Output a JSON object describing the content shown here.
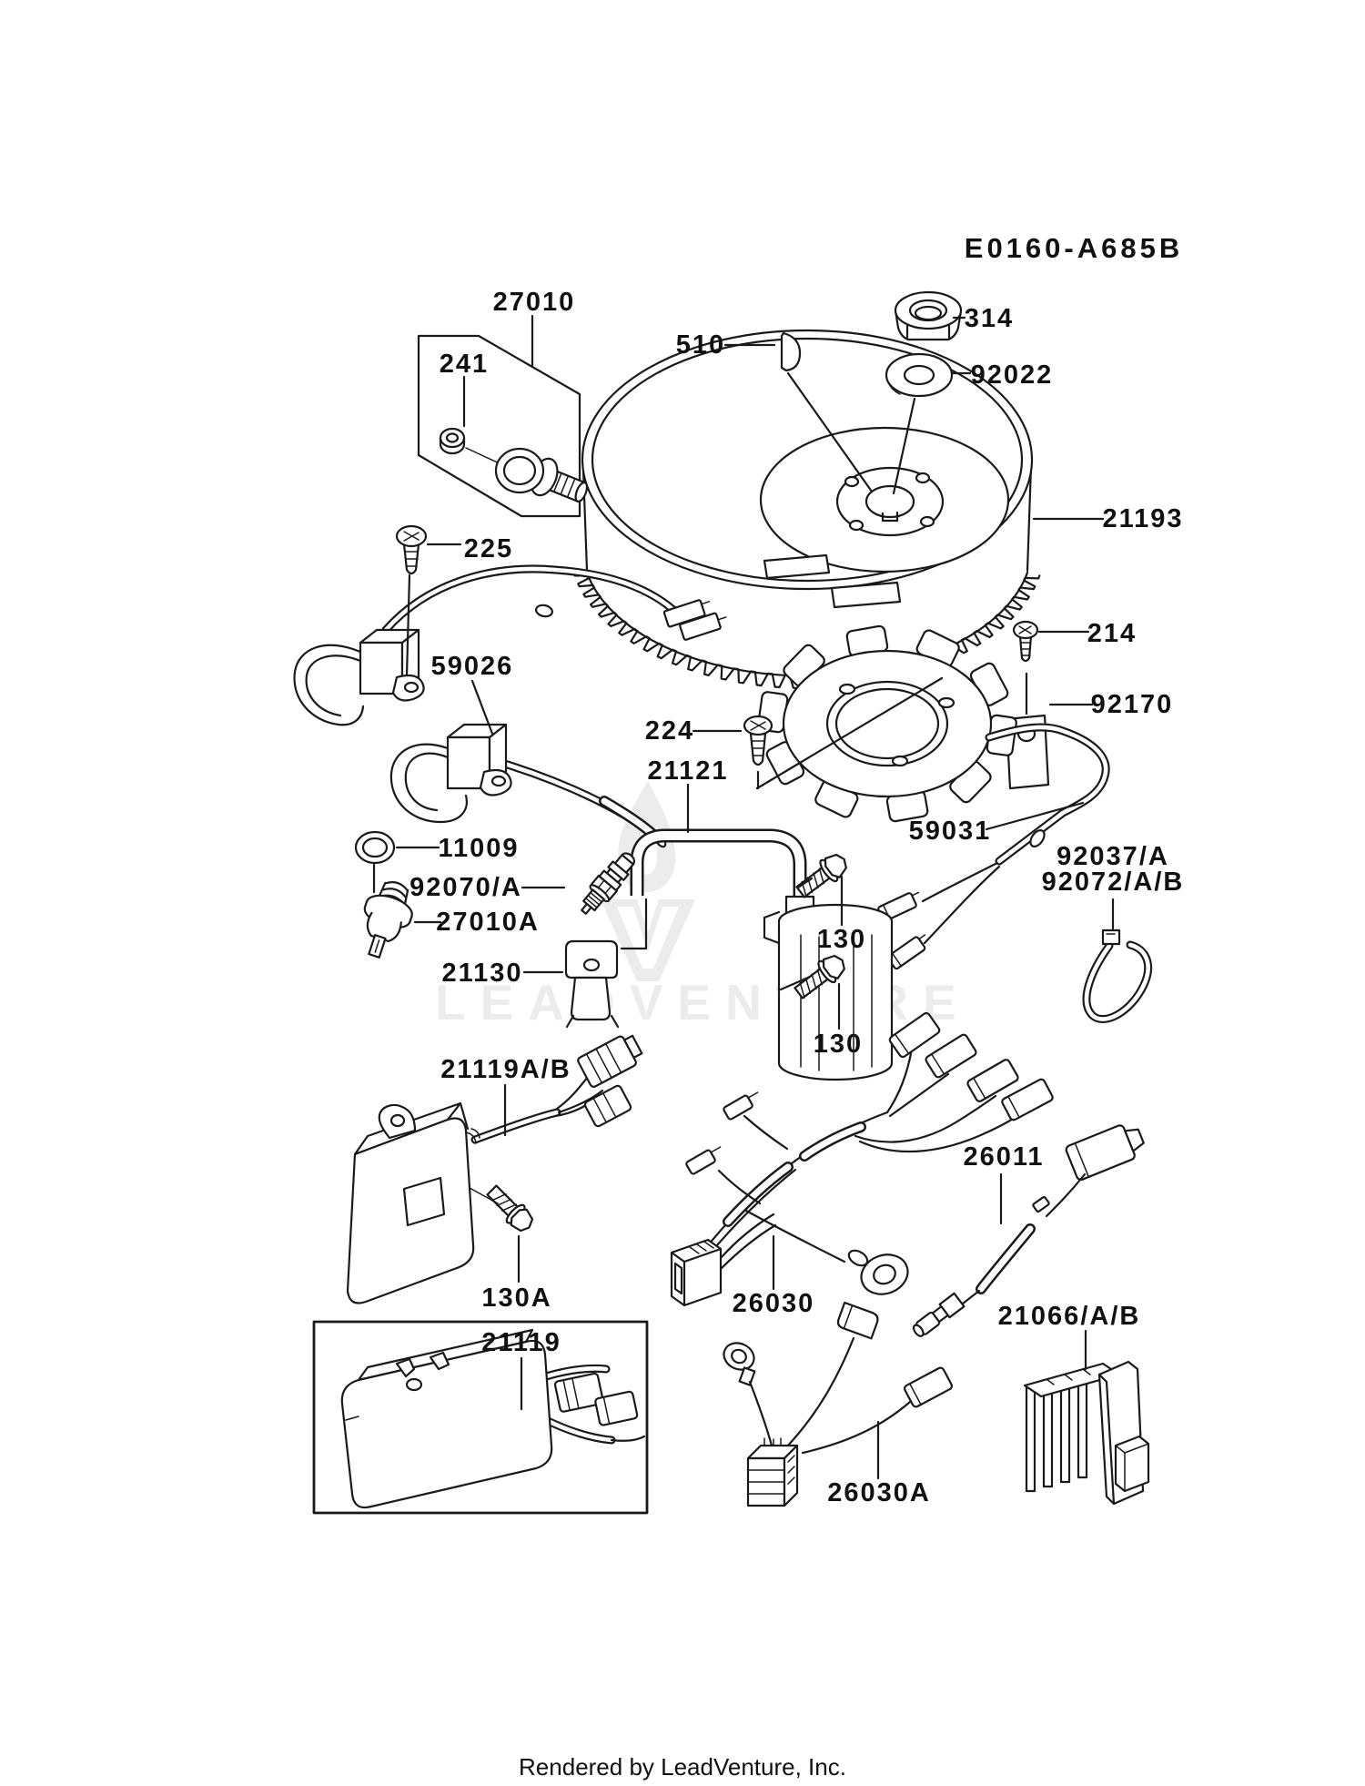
{
  "title": "E0160-A685B",
  "footer": "Rendered by LeadVenture, Inc.",
  "watermark": {
    "text": "LEADVENTURE"
  },
  "colors": {
    "line": "#1a1a1a",
    "label": "#111111",
    "watermark": "#ececec",
    "background": "#ffffff"
  },
  "parts": {
    "p27010": "27010",
    "p241": "241",
    "p225": "225",
    "p510": "510",
    "p314": "314",
    "p92022": "92022",
    "p21193": "21193",
    "p59026": "59026",
    "p214": "214",
    "p92170": "92170",
    "p224": "224",
    "p21121": "21121",
    "p59031": "59031",
    "p92037": "92037/A",
    "p92072": "92072/A/B",
    "p11009": "11009",
    "p92070": "92070/A",
    "p27010a": "27010A",
    "p21130": "21130",
    "p130": "130",
    "p130a": "130A",
    "p21119ab": "21119A/B",
    "p26030": "26030",
    "p26011": "26011",
    "p21066": "21066/A/B",
    "p21119": "21119",
    "p26030a": "26030A"
  }
}
